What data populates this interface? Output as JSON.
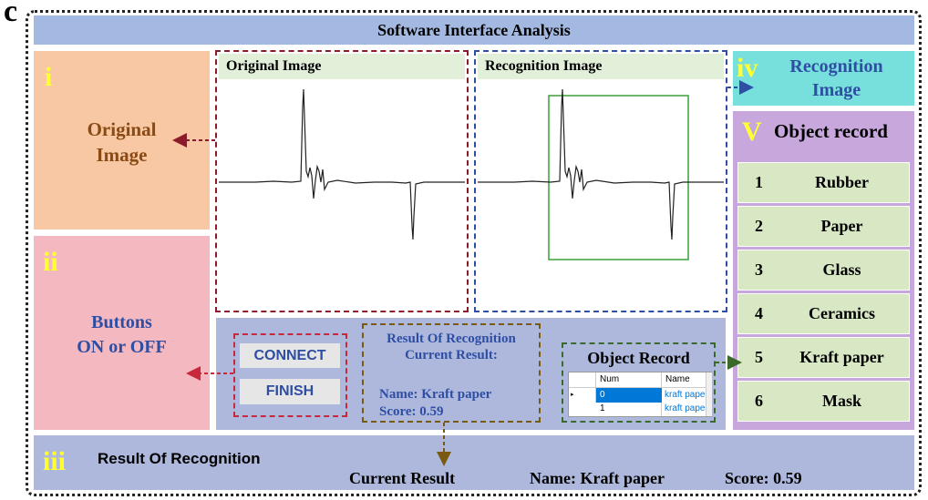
{
  "figure_letter": "c",
  "title": "Software Interface Analysis",
  "panels": {
    "i": {
      "label": "i",
      "text_line1": "Original",
      "text_line2": "Image"
    },
    "ii": {
      "label": "ii",
      "text_line1": "Buttons",
      "text_line2": "ON or OFF"
    },
    "iii": {
      "label": "iii",
      "title": "Result Of Recognition",
      "current_result": "Current Result",
      "name": "Name: Kraft paper",
      "score": "Score: 0.59"
    },
    "iv": {
      "label": "iv",
      "text_line1": "Recognition",
      "text_line2": "Image"
    },
    "v": {
      "label": "V",
      "title": "Object record"
    }
  },
  "original_image": {
    "header": "Original Image"
  },
  "recognition_image": {
    "header": "Recognition Image"
  },
  "buttons": {
    "connect": "CONNECT",
    "finish": "FINISH"
  },
  "result_box": {
    "line1": "Result Of Recognition",
    "line2": "Current Result:",
    "name": "Name: Kraft paper",
    "score": "Score: 0.59"
  },
  "object_record_widget": {
    "title": "Object Record",
    "columns": [
      "Num",
      "Name"
    ],
    "rows": [
      {
        "num": "0",
        "name": "kraft pape"
      },
      {
        "num": "1",
        "name": "kraft pape"
      }
    ]
  },
  "object_record_list": [
    {
      "num": "1",
      "name": "Rubber"
    },
    {
      "num": "2",
      "name": "Paper"
    },
    {
      "num": "3",
      "name": "Glass"
    },
    {
      "num": "4",
      "name": "Ceramics"
    },
    {
      "num": "5",
      "name": "Kraft paper"
    },
    {
      "num": "6",
      "name": "Mask"
    }
  ],
  "colors": {
    "title_bar": "#a4b9e2",
    "panel_i": "#f8c8a4",
    "panel_ii": "#f4b8c0",
    "panel_iii": "#aeb8dc",
    "panel_iv": "#78e0dc",
    "panel_v": "#c8a8dc",
    "image_header": "#e2f0da",
    "list_row": "#d8e8c4",
    "red_dash": "#8b1a2a",
    "blue_dash": "#2e4ea4",
    "brown_dash": "#7a5a10",
    "green_dash": "#3a6a2a",
    "highlight_blue": "#0078d7"
  }
}
